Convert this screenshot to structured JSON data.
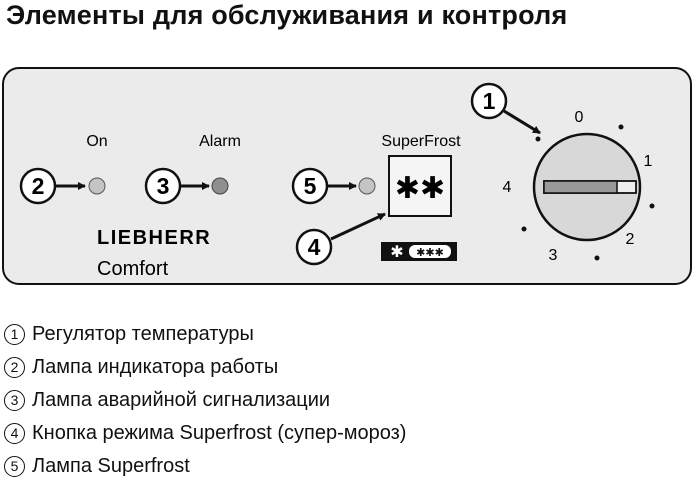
{
  "title": "Элементы для обслуживания и контроля",
  "panel": {
    "on_label": "On",
    "alarm_label": "Alarm",
    "superfrost_label": "SuperFrost",
    "button_symbol": "✱✱",
    "brand": "LIEBHERR",
    "model": "Comfort",
    "badge_snowflake": "✱",
    "badge_stars": "✱✱✱",
    "callouts": [
      "1",
      "2",
      "3",
      "4",
      "5"
    ],
    "dial_marks": [
      "0",
      "1",
      "2",
      "3",
      "4"
    ]
  },
  "legend": [
    {
      "num": "1",
      "text": "Регулятор температуры"
    },
    {
      "num": "2",
      "text": "Лампа индикатора работы"
    },
    {
      "num": "3",
      "text": "Лампа аварийной сигнализации"
    },
    {
      "num": "4",
      "text": "Кнопка режима Superfrost (супер-мороз)"
    },
    {
      "num": "5",
      "text": "Лампа Superfrost"
    }
  ],
  "colors": {
    "panel_bg": "#ebebeb",
    "lamp_fill": "#c4c4c4",
    "alarm_lamp_fill": "#8f8f8f",
    "dial_fill": "#d8d8d8",
    "outline": "#111111"
  }
}
